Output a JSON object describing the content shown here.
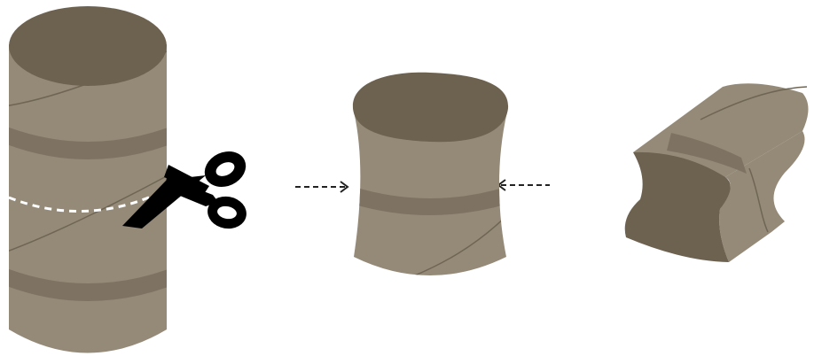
{
  "colors": {
    "tube_body": "#958a78",
    "tube_top": "#6d6150",
    "tube_band": "#7e7363",
    "tube_seam": "#6f6554",
    "cut_line": "#ffffff",
    "scissors": "#000000",
    "arrow": "#222222",
    "background": "#ffffff"
  },
  "icons": {
    "scissors": "scissors-icon",
    "arrow_right": "arrow-right-icon",
    "arrow_left": "arrow-left-icon"
  },
  "steps": [
    {
      "name": "full-roll"
    },
    {
      "name": "cut-roll-pinched"
    },
    {
      "name": "folded-roll"
    }
  ]
}
